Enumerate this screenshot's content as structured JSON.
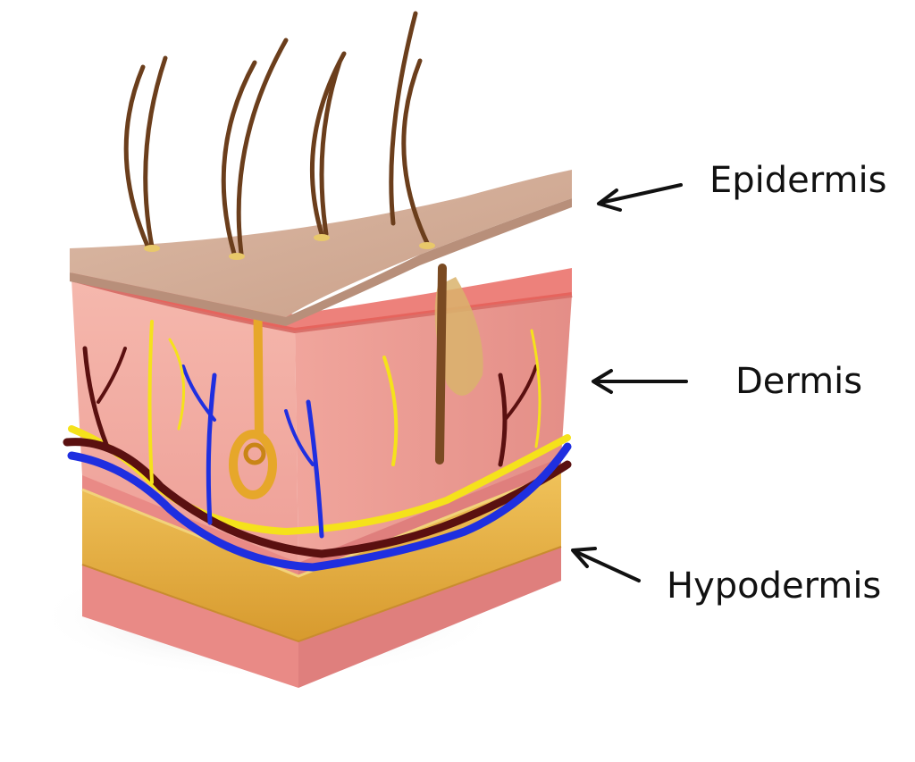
{
  "labels": {
    "epidermis": "Epidermis",
    "dermis": "Dermis",
    "hypodermis": "Hypodermis"
  },
  "colors": {
    "background": "#ffffff",
    "epidermis_surface": "#d3ad96",
    "dermis": "#f2a8a0",
    "hypodermis_fat": "#e9b446",
    "veins": "#1f2fe0",
    "arteries": "#5a1010",
    "nerves": "#f5e21b",
    "sweat_gland": "#e6a72a",
    "hair": "#6b3e1c"
  }
}
